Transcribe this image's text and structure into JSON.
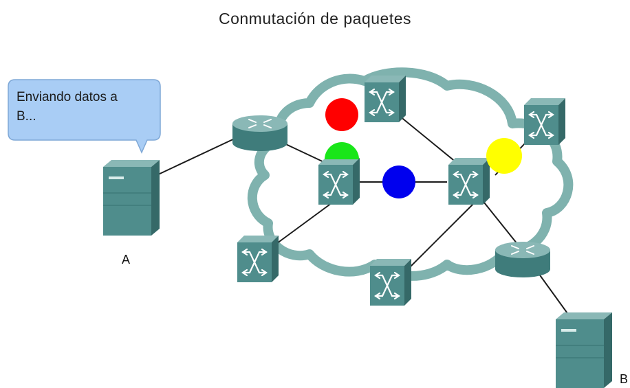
{
  "title": "Conmutación de paquetes",
  "bubble": {
    "text_line1": "Enviando datos a",
    "text_line2": "B..."
  },
  "hosts": {
    "a_label": "A",
    "b_label": "B"
  },
  "colors": {
    "cloud_stroke": "#7fb2ae",
    "device_face": "#4f8d8c",
    "device_top": "#8ab8b6",
    "device_side": "#356968",
    "bubble_fill": "#a9cdf5",
    "packet_red": "#ff0000",
    "packet_green": "#19e619",
    "packet_blue": "#0000ee",
    "packet_yellow": "#ffff00"
  }
}
